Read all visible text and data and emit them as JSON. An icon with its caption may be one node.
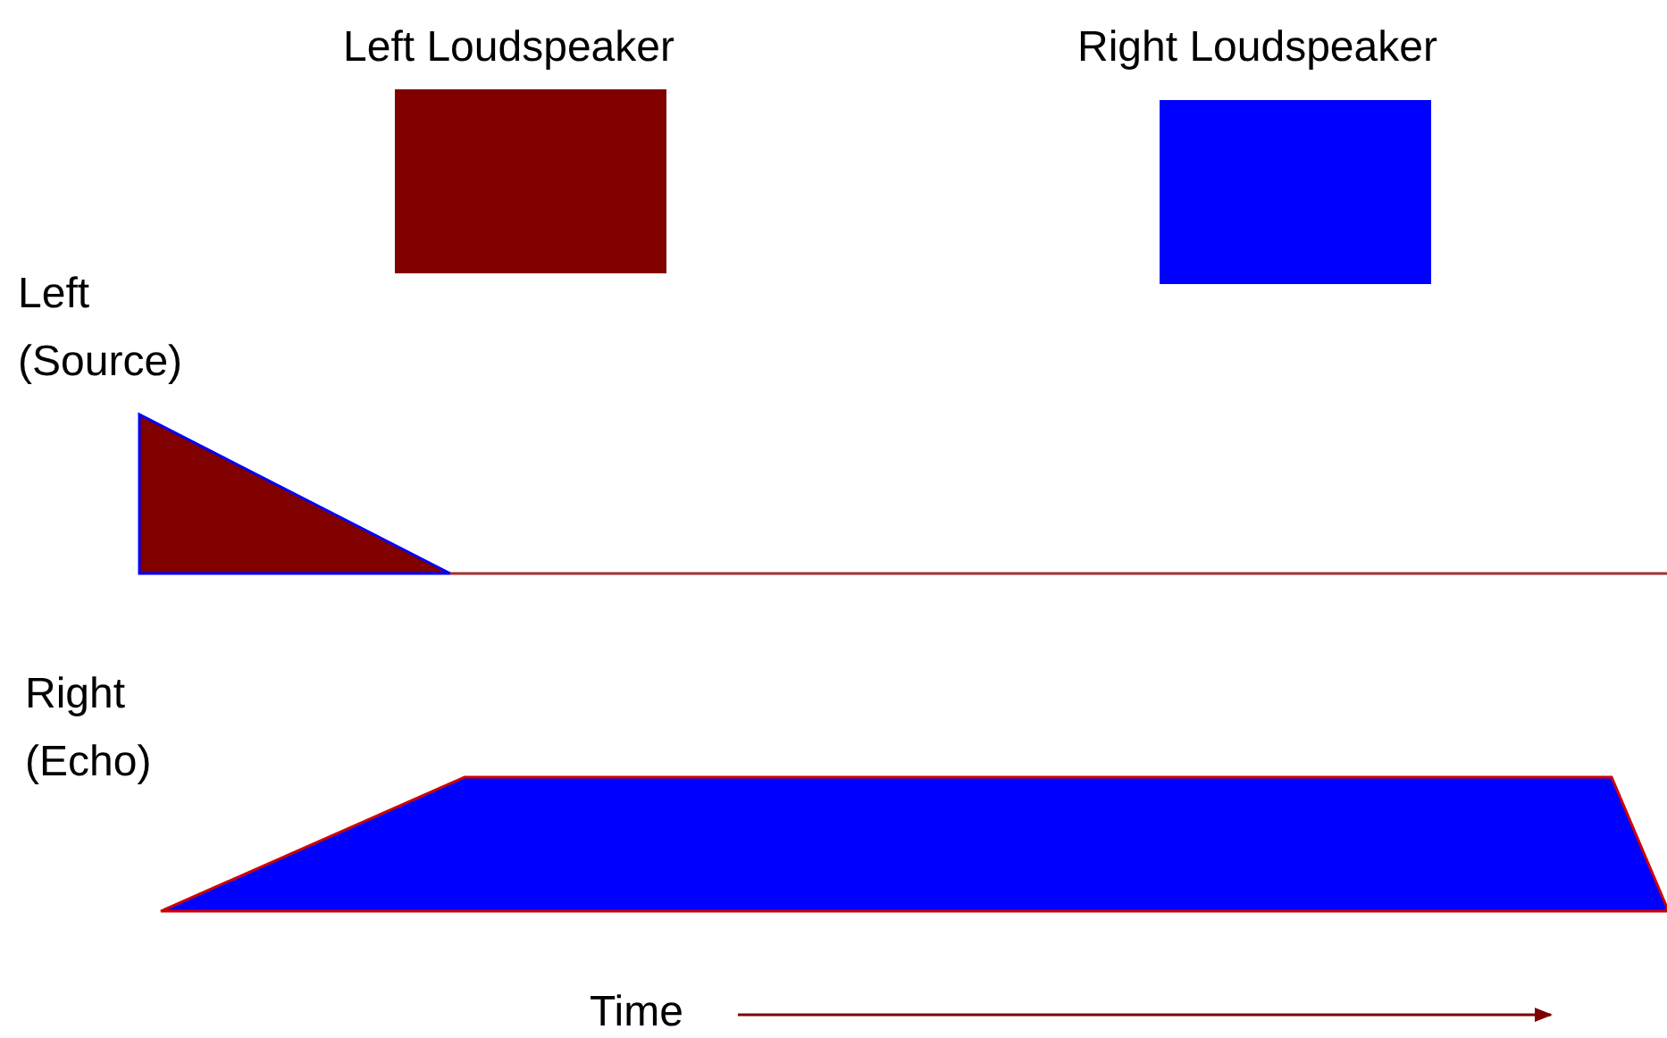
{
  "diagram": {
    "nodes": [
      {
        "text": [
          "Left Loudspeaker"
        ]
      },
      {
        "text": [
          "Right Loudspeaker"
        ]
      }
    ],
    "labels": [
      "Left (Source)",
      "Right (Echo)",
      "Time"
    ]
  }
}
